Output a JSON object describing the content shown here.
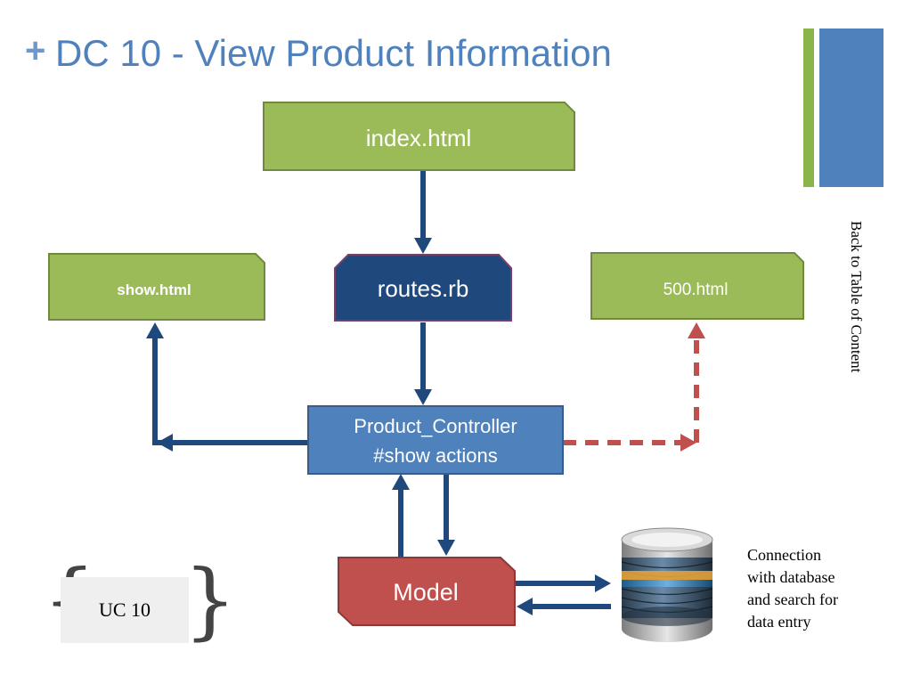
{
  "slide": {
    "title_marker": "+",
    "title": "DC 10 - View Product Information",
    "side_link": "Back to Table of Content"
  },
  "nodes": {
    "index": "index.html",
    "routes": "routes.rb",
    "show": "show.html",
    "error": "500.html",
    "controller_line1": "Product_Controller",
    "controller_line2": "#show actions",
    "model": "Model"
  },
  "use_case": {
    "label": "UC 10",
    "brace_open": "{",
    "brace_close": "}"
  },
  "database": {
    "icon": "database-icon",
    "caption_lines": [
      "Connection",
      "with database",
      "and search for",
      "data entry"
    ]
  },
  "colors": {
    "title_blue": "#4f81bd",
    "node_green": "#9bbb59",
    "node_navy": "#1f497d",
    "controller_blue": "#4f81bd",
    "model_red": "#c0504d",
    "arrow_navy": "#1f497d",
    "error_arrow_red": "#c0504d"
  }
}
